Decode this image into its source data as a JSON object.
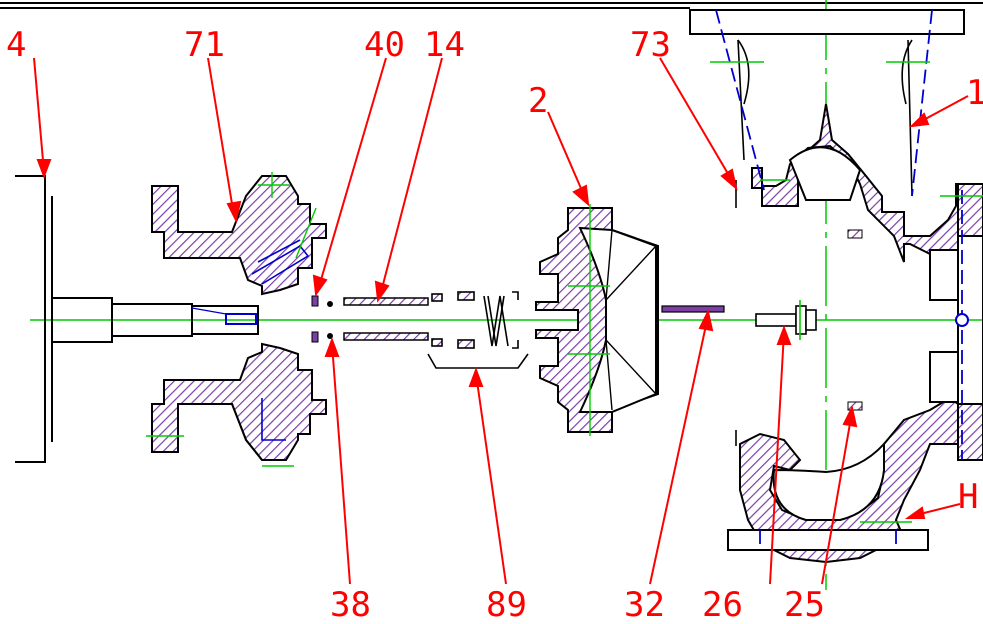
{
  "colors": {
    "background": "#ffffff",
    "outline": "#000000",
    "hatch": "#7b3fa6",
    "centerline": "#00cc00",
    "hidden": "#0000cc",
    "leader": "#ff0000",
    "callout_text": "#ff0000"
  },
  "callouts": {
    "c4": "4",
    "c71": "71",
    "c40": "40",
    "c14": "14",
    "c2": "2",
    "c73": "73",
    "c1": "1",
    "c38": "38",
    "c89": "89",
    "c32": "32",
    "c26": "26",
    "c25": "25",
    "cH": "H"
  }
}
